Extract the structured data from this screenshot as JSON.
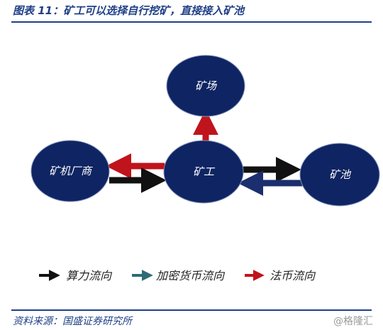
{
  "title": "图表 11：矿工可以选择自行挖矿，直接接入矿池",
  "nodes": {
    "mine_field": "矿场",
    "manufacturer": "矿机厂商",
    "miner": "矿工",
    "pool": "矿池"
  },
  "legend": {
    "computing_power": "算力流向",
    "crypto": "加密货币流向",
    "fiat": "法币流向"
  },
  "colors": {
    "node_fill": "#0f2462",
    "computing_power": "#111111",
    "crypto": "#2e6b78",
    "fiat": "#c0141c",
    "pool_return": "#1b2f6e"
  },
  "source": "资料来源：国盛证券研究所",
  "watermark": "@格隆汇"
}
